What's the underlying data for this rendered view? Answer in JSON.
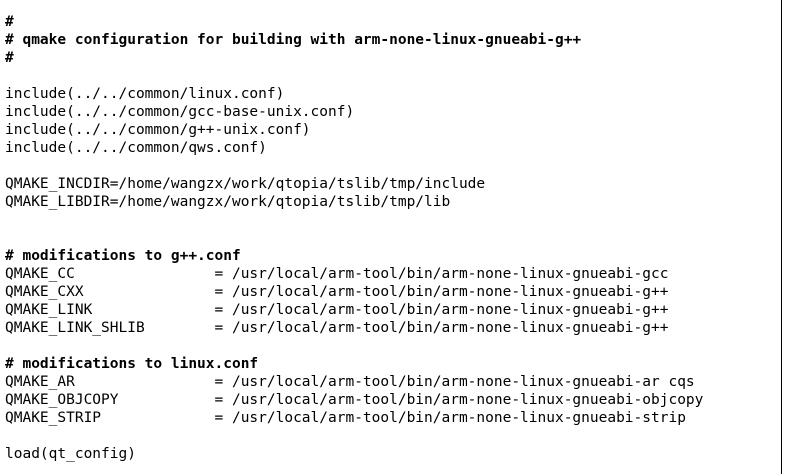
{
  "file": {
    "lines": [
      {
        "text": "#",
        "kind": "comment"
      },
      {
        "text": "# qmake configuration for building with arm-none-linux-gnueabi-g++",
        "kind": "comment"
      },
      {
        "text": "#",
        "kind": "comment"
      },
      {
        "text": "",
        "kind": "blank"
      },
      {
        "text": "include(../../common/linux.conf)",
        "kind": "code"
      },
      {
        "text": "include(../../common/gcc-base-unix.conf)",
        "kind": "code"
      },
      {
        "text": "include(../../common/g++-unix.conf)",
        "kind": "code"
      },
      {
        "text": "include(../../common/qws.conf)",
        "kind": "code"
      },
      {
        "text": "",
        "kind": "blank"
      },
      {
        "text": "QMAKE_INCDIR=/home/wangzx/work/qtopia/tslib/tmp/include",
        "kind": "code"
      },
      {
        "text": "QMAKE_LIBDIR=/home/wangzx/work/qtopia/tslib/tmp/lib",
        "kind": "code"
      },
      {
        "text": "",
        "kind": "blank"
      },
      {
        "text": "",
        "kind": "blank"
      },
      {
        "text": "# modifications to g++.conf",
        "kind": "comment"
      },
      {
        "text": "QMAKE_CC                = /usr/local/arm-tool/bin/arm-none-linux-gnueabi-gcc",
        "kind": "code"
      },
      {
        "text": "QMAKE_CXX               = /usr/local/arm-tool/bin/arm-none-linux-gnueabi-g++",
        "kind": "code"
      },
      {
        "text": "QMAKE_LINK              = /usr/local/arm-tool/bin/arm-none-linux-gnueabi-g++",
        "kind": "code"
      },
      {
        "text": "QMAKE_LINK_SHLIB        = /usr/local/arm-tool/bin/arm-none-linux-gnueabi-g++",
        "kind": "code"
      },
      {
        "text": "",
        "kind": "blank"
      },
      {
        "text": "# modifications to linux.conf",
        "kind": "comment"
      },
      {
        "text": "QMAKE_AR                = /usr/local/arm-tool/bin/arm-none-linux-gnueabi-ar cqs",
        "kind": "code"
      },
      {
        "text": "QMAKE_OBJCOPY           = /usr/local/arm-tool/bin/arm-none-linux-gnueabi-objcopy",
        "kind": "code"
      },
      {
        "text": "QMAKE_STRIP             = /usr/local/arm-tool/bin/arm-none-linux-gnueabi-strip",
        "kind": "code"
      },
      {
        "text": "",
        "kind": "blank"
      },
      {
        "text": "load(qt_config)",
        "kind": "code"
      }
    ]
  }
}
